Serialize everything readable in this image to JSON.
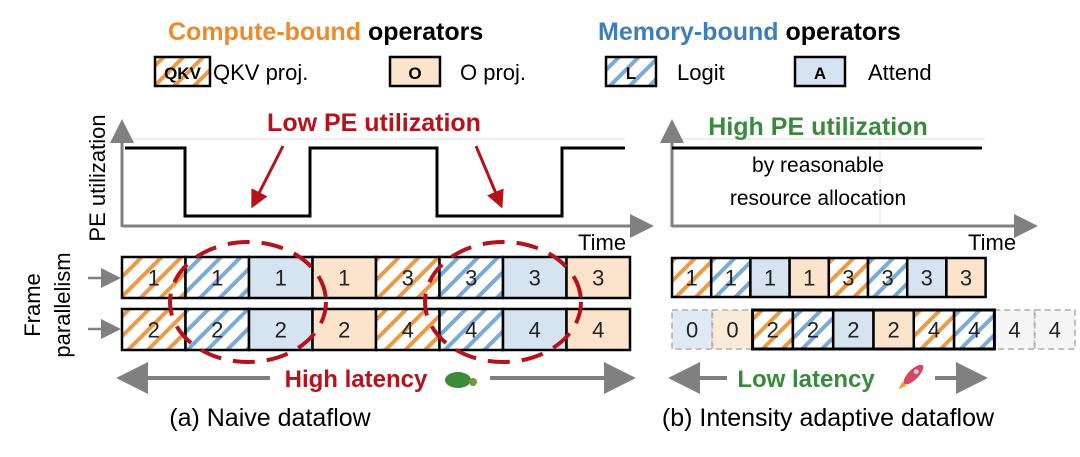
{
  "colors": {
    "compute": "#ee8a2a",
    "memory": "#3f7fb8",
    "compute_fill": "#fbe3cc",
    "memory_fill": "#d6e4f2",
    "red": "#b5121b",
    "green": "#3a8a3e",
    "grey": "#808080"
  },
  "legend": {
    "compute_title": "Compute-bound",
    "compute_suffix": " operators",
    "memory_title": "Memory-bound",
    "memory_suffix": " operators",
    "items": [
      {
        "key": "QKV",
        "label": "QKV proj.",
        "type": "qkv"
      },
      {
        "key": "O",
        "label": "O proj.",
        "type": "o"
      },
      {
        "key": "L",
        "label": "Logit",
        "type": "l"
      },
      {
        "key": "A",
        "label": "Attend",
        "type": "a"
      }
    ]
  },
  "left": {
    "y_label": "PE utilization",
    "x_label": "Time",
    "annotation": "Low PE utilization",
    "utilization": [
      1,
      0,
      1,
      0,
      1
    ],
    "rows": [
      [
        {
          "t": "qkv",
          "n": "1"
        },
        {
          "t": "l",
          "n": "1"
        },
        {
          "t": "a",
          "n": "1"
        },
        {
          "t": "o",
          "n": "1"
        },
        {
          "t": "qkv",
          "n": "3"
        },
        {
          "t": "l",
          "n": "3"
        },
        {
          "t": "a",
          "n": "3"
        },
        {
          "t": "o",
          "n": "3"
        }
      ],
      [
        {
          "t": "qkv",
          "n": "2"
        },
        {
          "t": "l",
          "n": "2"
        },
        {
          "t": "a",
          "n": "2"
        },
        {
          "t": "o",
          "n": "2"
        },
        {
          "t": "qkv",
          "n": "4"
        },
        {
          "t": "l",
          "n": "4"
        },
        {
          "t": "a",
          "n": "4"
        },
        {
          "t": "o",
          "n": "4"
        }
      ]
    ],
    "latency": "High latency",
    "caption": "(a) Naive dataflow"
  },
  "right": {
    "annotation": "High PE utilization",
    "annotation_sub1": "by reasonable",
    "annotation_sub2": "resource allocation",
    "x_label": "Time",
    "rows": [
      [
        {
          "t": "qkv",
          "n": "1"
        },
        {
          "t": "l",
          "n": "1"
        },
        {
          "t": "a",
          "n": "1"
        },
        {
          "t": "o",
          "n": "1"
        },
        {
          "t": "qkv",
          "n": "3"
        },
        {
          "t": "l",
          "n": "3"
        },
        {
          "t": "a",
          "n": "3"
        },
        {
          "t": "o",
          "n": "3"
        }
      ],
      [
        {
          "t": "a",
          "n": "0",
          "ghost": true
        },
        {
          "t": "o",
          "n": "0",
          "ghost": true
        },
        {
          "t": "qkv",
          "n": "2"
        },
        {
          "t": "l",
          "n": "2"
        },
        {
          "t": "a",
          "n": "2"
        },
        {
          "t": "o",
          "n": "2"
        },
        {
          "t": "qkv",
          "n": "4"
        },
        {
          "t": "l",
          "n": "4"
        },
        {
          "t": "g",
          "n": "4",
          "ghost": true
        },
        {
          "t": "g",
          "n": "4",
          "ghost": true
        }
      ]
    ],
    "latency": "Low latency",
    "caption": "(b) Intensity adaptive dataflow"
  },
  "frame_label_1": "Frame",
  "frame_label_2": "parallelism"
}
